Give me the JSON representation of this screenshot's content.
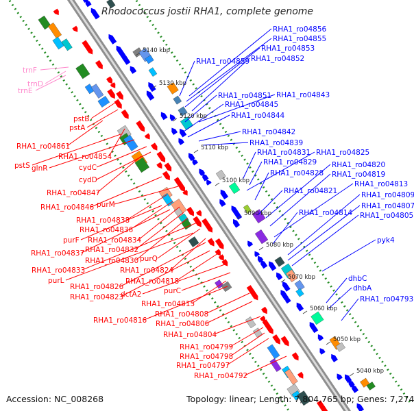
{
  "title": "Rhodococcus jostii RHA1, complete genome",
  "footer": {
    "accession": "Accession: NC_008268",
    "summary": "Topology: linear; Length: 7,804,765 bp; Genes: 7,274"
  },
  "colors": {
    "forward": "#ff0000",
    "reverse": "#0000ff",
    "rna": "#ff88cc",
    "dotted_ring": "#228b22",
    "backbone": "#9a9a9a"
  },
  "ruler_labels": [
    "5140 kbp",
    "5130 kbp",
    "5120 kbp",
    "5110 kbp",
    "5100 kbp",
    "5090 kbp",
    "5080 kbp",
    "5070 kbp",
    "5060 kbp",
    "5050 kbp",
    "5040 kbp"
  ],
  "blue_labels": [
    "RHA1_ro04856",
    "RHA1_ro04855",
    "RHA1_ro04853",
    "RHA1_ro04859",
    "RHA1_ro04852",
    "RHA1_ro04851",
    "RHA1_ro04843",
    "RHA1_ro04845",
    "RHA1_ro04844",
    "RHA1_ro04842",
    "RHA1_ro04839",
    "RHA1_ro04831",
    "RHA1_ro04825",
    "RHA1_ro04829",
    "RHA1_ro04820",
    "RHA1_ro04828",
    "RHA1_ro04819",
    "RHA1_ro04813",
    "RHA1_ro04821",
    "RHA1_ro04809",
    "RHA1_ro04807",
    "RHA1_ro04814",
    "RHA1_ro04805",
    "pyk4",
    "dhbC",
    "dhbA",
    "RHA1_ro04793"
  ],
  "red_labels": [
    "pstB",
    "pstA",
    "RHA1_ro04861",
    "RHA1_ro04854",
    "pstS",
    "glnR",
    "cydC",
    "cydD",
    "RHA1_ro04847",
    "RHA1_ro04846",
    "purM",
    "RHA1_ro04838",
    "RHA1_ro04836",
    "purF",
    "RHA1_ro04834",
    "RHA1_ro04837",
    "RHA1_ro04832",
    "RHA1_ro04830",
    "purQ",
    "RHA1_ro04833",
    "RHA1_ro04824",
    "purL",
    "RHA1_ro04818",
    "RHA1_ro04826",
    "dctA2",
    "RHA1_ro04823",
    "purC",
    "RHA1_ro04815",
    "RHA1_ro04808",
    "RHA1_ro04816",
    "RHA1_ro04806",
    "RHA1_ro04804",
    "RHA1_ro04799",
    "RHA1_ro04798",
    "RHA1_ro04797",
    "RHA1_ro04792"
  ],
  "pink_labels": [
    "trnF",
    "trnD",
    "trnE"
  ]
}
